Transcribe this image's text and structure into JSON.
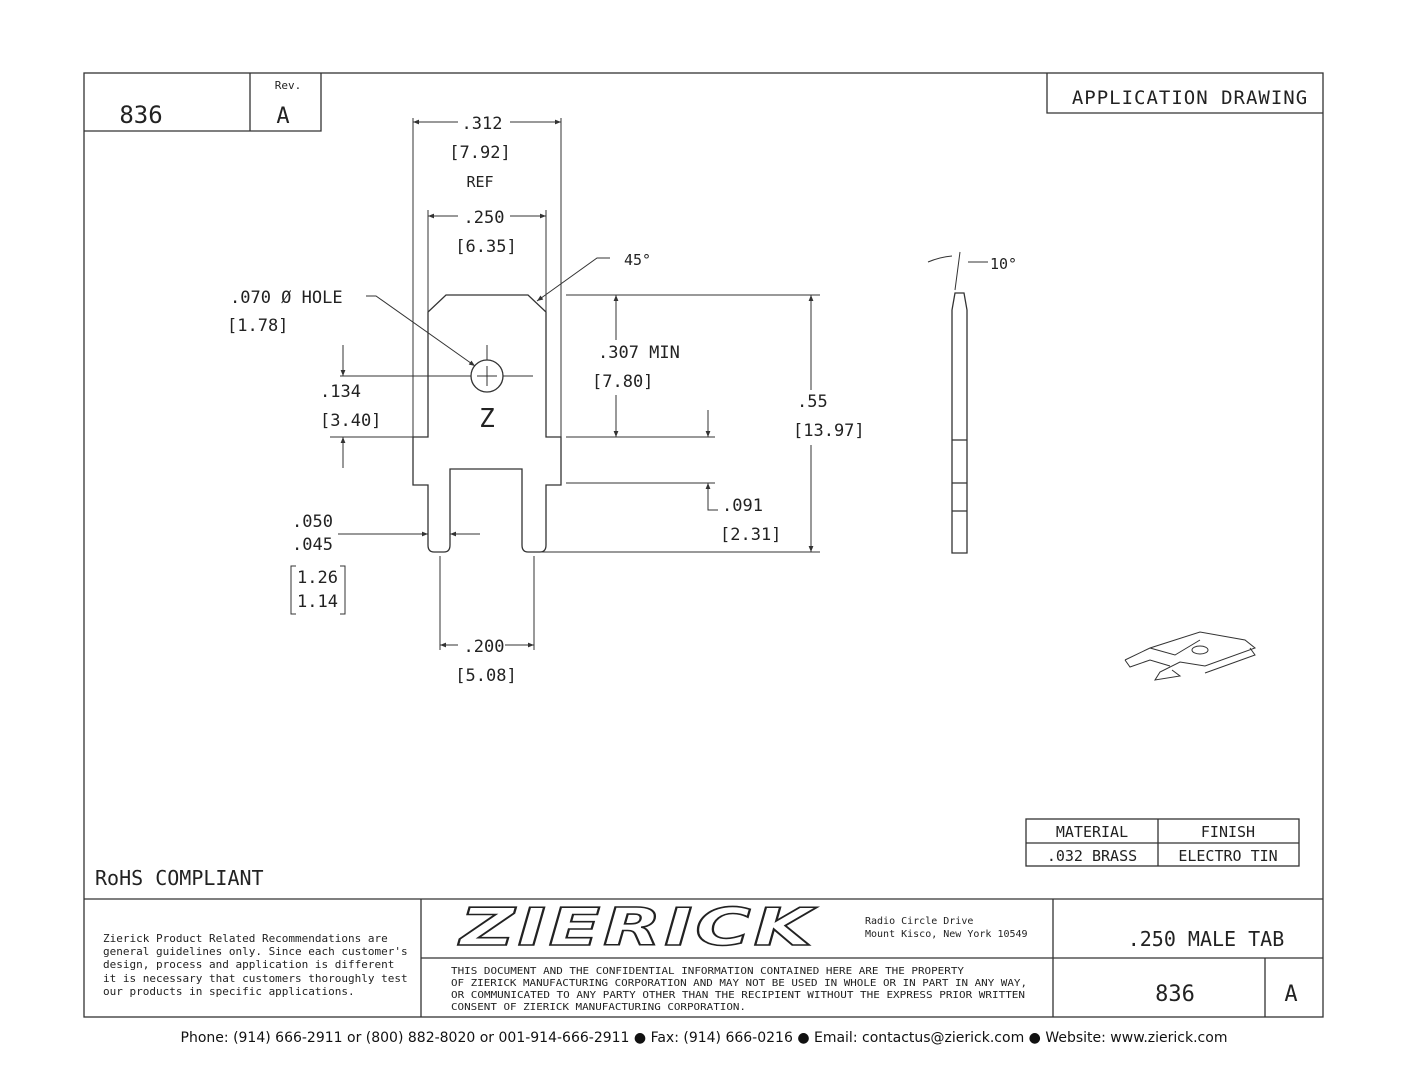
{
  "header": {
    "part_number": "836",
    "rev_label": "Rev.",
    "rev": "A",
    "drawing_type": "APPLICATION DRAWING"
  },
  "dimensions": {
    "overall_width": ".312",
    "overall_width_mm": "[7.92]",
    "overall_width_note": "REF",
    "tab_width": ".250",
    "tab_width_mm": "[6.35]",
    "chamfer_angle": "45°",
    "hole": ".070  Ø  HOLE",
    "hole_mm": "[1.78]",
    "hole_pos": ".134",
    "hole_pos_mm": "[3.40]",
    "tab_length": ".307  MIN",
    "tab_length_mm": "[7.80]",
    "overall_length": ".55",
    "overall_length_mm": "[13.97]",
    "leg_length": ".091",
    "leg_length_mm": "[2.31]",
    "leg_width_max": ".050",
    "leg_width_min": ".045",
    "leg_width_max_mm": "1.26",
    "leg_width_min_mm": "1.14",
    "leg_spacing": ".200",
    "leg_spacing_mm": "[5.08]",
    "side_angle": "10°",
    "hole_mark": "Z"
  },
  "material_table": {
    "material_header": "MATERIAL",
    "finish_header": "FINISH",
    "material": ".032 BRASS",
    "finish": "ELECTRO TIN"
  },
  "rohs": "RoHS COMPLIANT",
  "title_block": {
    "disclaimer": [
      "Zierick Product Related Recommendations are",
      "general guidelines only. Since each customer's",
      "design, process and application is different",
      "it is necessary that customers thoroughly test",
      "our products in specific applications."
    ],
    "logo": "ZIERICK",
    "address": [
      "Radio Circle Drive",
      "Mount Kisco, New York 10549"
    ],
    "confidential": [
      "THIS DOCUMENT AND THE CONFIDENTIAL INFORMATION CONTAINED HERE ARE THE PROPERTY",
      "OF ZIERICK MANUFACTURING CORPORATION AND MAY NOT BE USED IN WHOLE OR IN PART IN ANY WAY,",
      "OR COMMUNICATED TO ANY PARTY OTHER THAN THE RECIPIENT WITHOUT THE EXPRESS PRIOR WRITTEN",
      "CONSENT OF ZIERICK MANUFACTURING CORPORATION."
    ],
    "title": ".250 MALE TAB",
    "part_number": "836",
    "rev": "A"
  },
  "footer": "Phone: (914) 666-2911 or (800) 882-8020 or 001-914-666-2911 ● Fax: (914) 666-0216 ● Email: contactus@zierick.com ● Website: www.zierick.com"
}
